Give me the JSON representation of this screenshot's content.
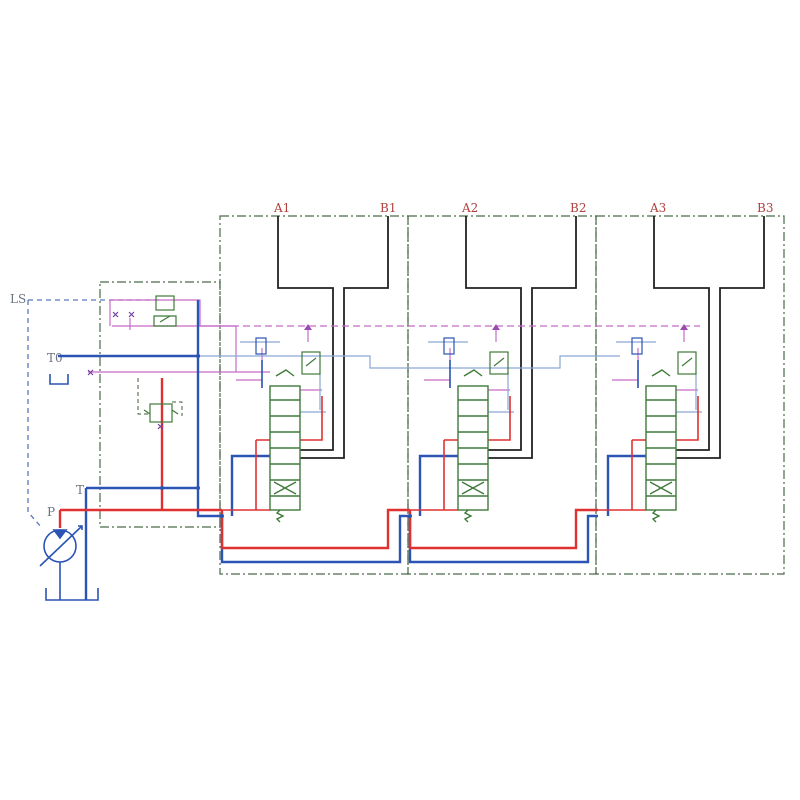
{
  "diagram": {
    "labels": {
      "a1": "A1",
      "b1": "B1",
      "a2": "A2",
      "b2": "B2",
      "a3": "A3",
      "b3": "B3",
      "ls": "LS",
      "t0": "T0",
      "t": "T",
      "p": "P"
    },
    "colors": {
      "pressure": "#e03131",
      "tank": "#2b54b4",
      "pilot": "#c76bc7",
      "work": "#222222",
      "pilot_blue": "#8aa6d6",
      "valve": "#3f7a3a",
      "boundary": "#4a6a4a",
      "ls_dash": "#5a78c0"
    }
  }
}
